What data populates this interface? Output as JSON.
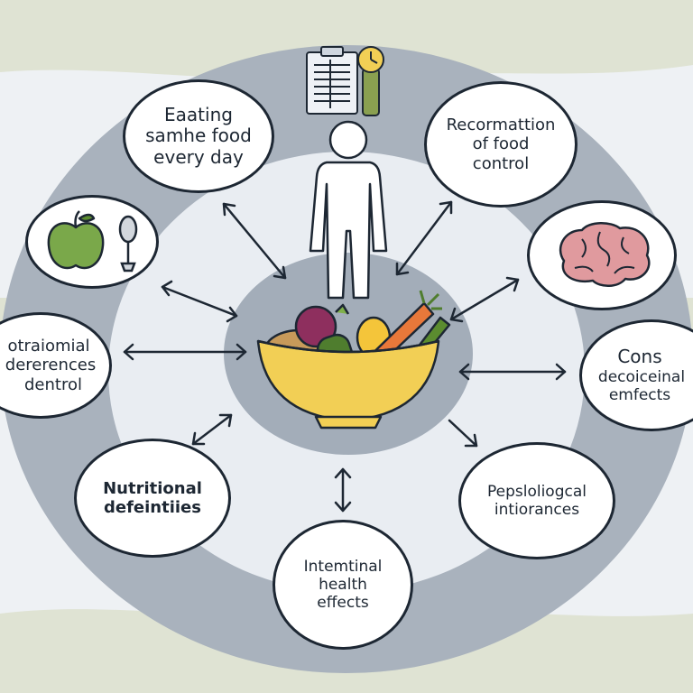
{
  "colors": {
    "background": "#dfe3d3",
    "outer_ring": "#a9b2bd",
    "inner_band": "#e9edf2",
    "center_disc": "#a3adb9",
    "outline": "#1d2733",
    "bubble_fill": "#ffffff",
    "bowl": "#f2cf55",
    "apple": "#7aa84a",
    "brain": "#e09a9e",
    "carrot": "#e8783a"
  },
  "bubbles": {
    "eating_same_food": {
      "lines": [
        "Eaating",
        "samhe food",
        "every day"
      ]
    },
    "recormation_food_control": {
      "lines": [
        "Recormattion",
        "of  food",
        "control"
      ]
    },
    "nutritional_deferences": {
      "lines": [
        "otraiomial",
        "dererences",
        "dentrol"
      ]
    },
    "cons_effects": {
      "lines": [
        "Cons",
        "decoiceinal",
        "emfects"
      ]
    },
    "nutritional_defeinties": {
      "lines": [
        "Nutritional",
        "defeintiies"
      ]
    },
    "pepsloliogcal_intiorances": {
      "lines": [
        "Pepsloliogcal",
        "intiorances"
      ]
    },
    "intemtinal_health_effects": {
      "lines": [
        "Intemtinal",
        "health",
        "effects"
      ]
    }
  },
  "icons": {
    "center_person": "person-silhouette-icon",
    "top_clipboard": "clipboard-icon",
    "top_clock": "clock-icon",
    "left_apple": "apple-icon",
    "left_spoon": "spoon-icon",
    "right_brain": "brain-icon",
    "center_bowl": "vegetable-bowl-icon"
  }
}
